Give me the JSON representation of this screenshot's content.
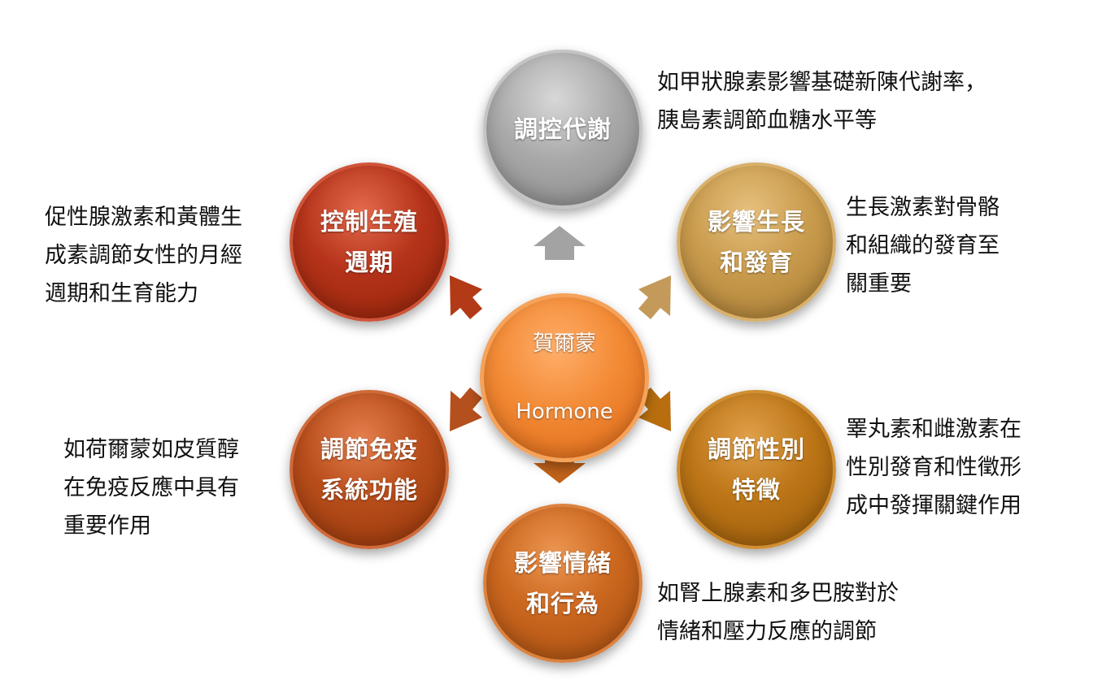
{
  "center": {
    "line1": "賀爾蒙",
    "line2": "Hormone",
    "color": "#ee7b28"
  },
  "nodes": [
    {
      "id": "metabolism",
      "label": "調控代謝",
      "color": "#9a9a9a",
      "arrow_color": "#a3a3a3",
      "description": "如甲狀腺素影響基礎新陳代謝率，\n胰島素調節血糖水平等"
    },
    {
      "id": "growth",
      "label": "影響生長\n和發育",
      "color": "#c69a4c",
      "arrow_color": "#c39a5a",
      "description": "生長激素對骨骼\n和組織的發育至\n關重要"
    },
    {
      "id": "sex",
      "label": "調節性別\n特徵",
      "color": "#bb7414",
      "arrow_color": "#b86e0e",
      "description": "睪丸素和雌激素在\n性別發育和性徵形\n成中發揮關鍵作用"
    },
    {
      "id": "emotion",
      "label": "影響情緒\n和行為",
      "color": "#c9651c",
      "arrow_color": "#c1621a",
      "description": "如腎上腺素和多巴胺對於\n情緒和壓力反應的調節"
    },
    {
      "id": "immune",
      "label": "調節免疫\n系統功能",
      "color": "#b54a18",
      "arrow_color": "#b4501d",
      "description": "如荷爾蒙如皮質醇\n在免疫反應中具有\n重要作用"
    },
    {
      "id": "reproduction",
      "label": "控制生殖\n週期",
      "color": "#b23018",
      "arrow_color": "#b33a17",
      "description": "促性腺激素和黃體生\n成素調節女性的月經\n週期和生育能力"
    }
  ]
}
